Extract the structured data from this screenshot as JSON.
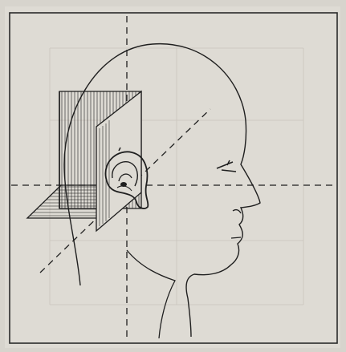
{
  "figure": {
    "kind": "line-drawing",
    "subject": "head-profile-with-ear-planes",
    "colors": {
      "paper": "#dedbd4",
      "ink": "#1f1f1f",
      "border": "#2a2a2a",
      "faint_grid": "#c9c5bd"
    },
    "guides": {
      "vertical_axis": "dashed",
      "horizontal_axis": "dashed",
      "diagonal_axis": "dashed"
    }
  }
}
